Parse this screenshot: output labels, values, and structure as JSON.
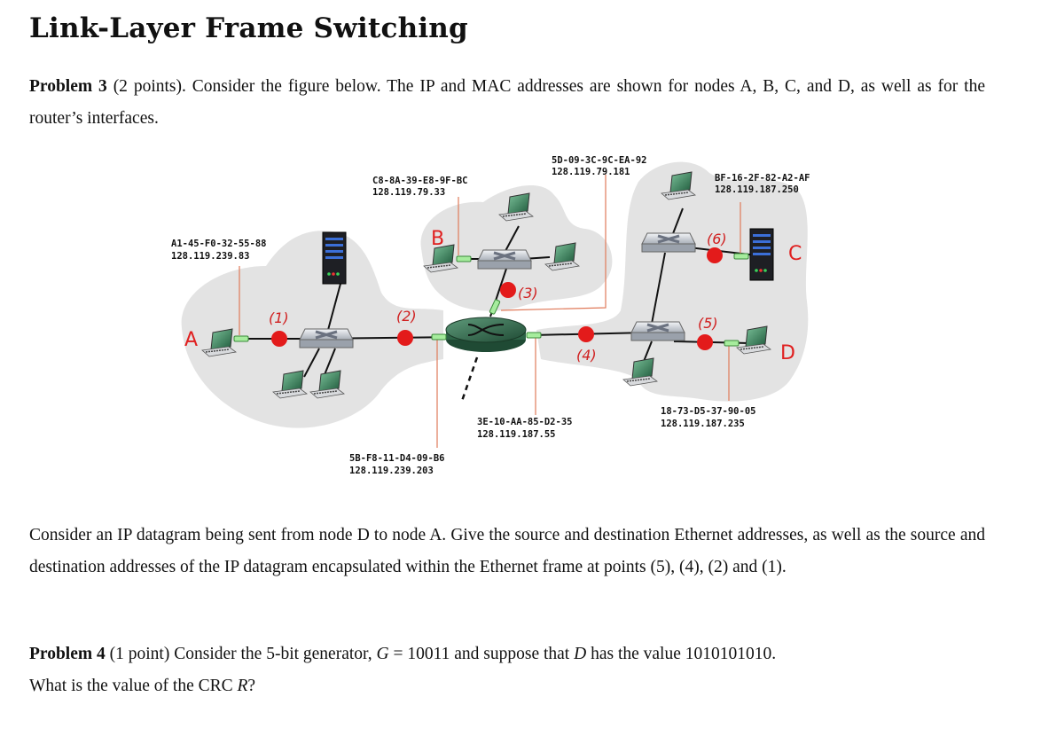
{
  "title": "Link-Layer Frame Switching",
  "problem3": {
    "label": "Problem 3",
    "points": "(2 points).",
    "text": "Consider the figure below. The IP and MAC addresses are shown for nodes A, B, C, and D, as well as for the router’s interfaces.",
    "question": "Consider an IP datagram being sent from node D to node A. Give the source and destination Ethernet addresses, as well as the source and destination addresses of the IP datagram encapsulated within the Ethernet frame at points (5), (4), (2) and (1)."
  },
  "problem4": {
    "label": "Problem 4",
    "points": "(1 point)",
    "text_before_G": "Consider the 5-bit generator,",
    "G_symbol": "G",
    "G_value": " = 10011 and suppose that",
    "D_symbol": "D",
    "D_value": "has the value 1010101010.",
    "question_before_R": "What is the value of the CRC",
    "R_symbol": "R",
    "question_end": "?"
  },
  "diagram": {
    "nodes": {
      "A": "A",
      "B": "B",
      "C": "C",
      "D": "D"
    },
    "points": [
      "(1)",
      "(2)",
      "(3)",
      "(4)",
      "(5)",
      "(6)"
    ],
    "addresses": {
      "A": {
        "mac": "A1-45-F0-32-55-88",
        "ip": "128.119.239.83"
      },
      "B": {
        "mac": "C8-8A-39-E8-9F-BC",
        "ip": "128.119.79.33"
      },
      "router_top": {
        "mac": "5D-09-3C-9C-EA-92",
        "ip": "128.119.79.181"
      },
      "C": {
        "mac": "BF-16-2F-82-A2-AF",
        "ip": "128.119.187.250"
      },
      "router_right": {
        "mac": "3E-10-AA-85-D2-35",
        "ip": "128.119.187.55"
      },
      "D": {
        "mac": "18-73-D5-37-90-05",
        "ip": "128.119.187.235"
      },
      "router_left": {
        "mac": "5B-F8-11-D4-09-B6",
        "ip": "128.119.239.203"
      }
    },
    "colors": {
      "subnet_fill": "#e3e3e3",
      "point_marker": "#e31b1b",
      "label_red": "#e02020",
      "leader_line": "#e07a5a",
      "interface_green": "#9be39b",
      "router_green": "#2f6b4a"
    }
  }
}
